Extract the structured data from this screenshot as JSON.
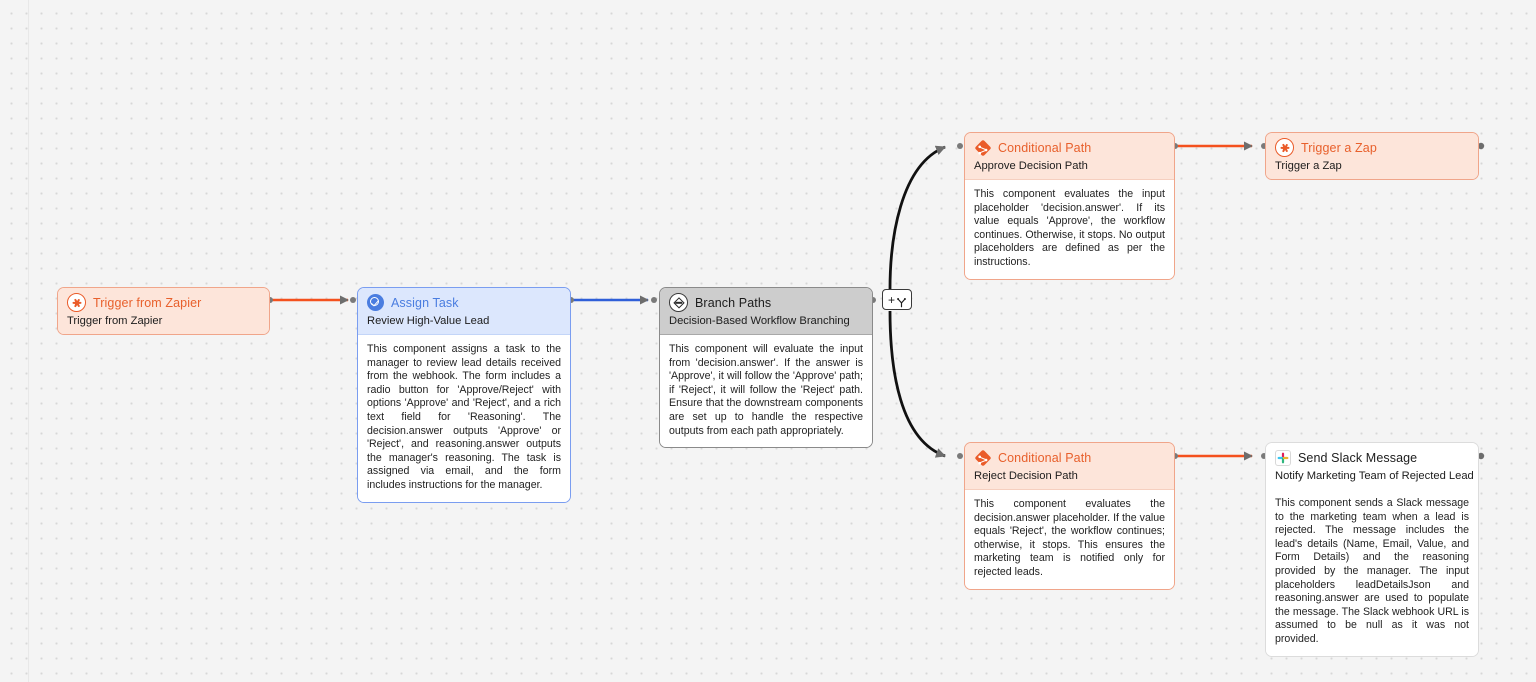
{
  "canvas": {
    "background_color": "#f4f4f4",
    "dot_color": "#d7d7d7"
  },
  "colors": {
    "orange_accent": "#ea5b29",
    "orange_fill": "#fde5da",
    "orange_border": "#f0a58a",
    "blue_accent": "#4a7de0",
    "blue_fill": "#dce7fd",
    "blue_border": "#7a9df0",
    "gray_fill": "#cdcdcd",
    "gray_border": "#8a8a8a",
    "edge_orange": "#f4511e",
    "edge_blue": "#2f5fd8",
    "edge_black": "#111111"
  },
  "toolbar": {
    "add_branch_plus": "+",
    "add_branch_icon": "split-paths-icon"
  },
  "nodes": [
    {
      "id": "trigger-from-zapier",
      "icon": "zapier-icon",
      "title": "Trigger from Zapier",
      "subtitle": "Trigger from Zapier",
      "body": "",
      "style": "orange"
    },
    {
      "id": "assign-task",
      "icon": "check-circle-icon",
      "title": "Assign Task",
      "subtitle": "Review High-Value Lead",
      "body": "This component assigns a task to the manager to review lead details received from the webhook. The form includes a radio button for 'Approve/Reject' with options 'Approve' and 'Reject', and a rich text field for 'Reasoning'. The decision.answer outputs 'Approve' or 'Reject', and reasoning.answer outputs the manager's reasoning. The task is assigned via email, and the form includes instructions for the manager.",
      "style": "blue"
    },
    {
      "id": "branch-paths",
      "icon": "branch-diamond-icon",
      "title": "Branch Paths",
      "subtitle": "Decision-Based Workflow Branching",
      "body": "This component will evaluate the input from 'decision.answer'. If the answer is 'Approve', it will follow the 'Approve' path; if 'Reject', it will follow the 'Reject' path. Ensure that the downstream components are set up to handle the respective outputs from each path appropriately.",
      "style": "gray"
    },
    {
      "id": "approve-decision-path",
      "icon": "conditional-diamond-icon",
      "title": "Conditional Path",
      "subtitle": "Approve Decision Path",
      "body": "This component evaluates the input placeholder 'decision.answer'. If its value equals 'Approve', the workflow continues. Otherwise, it stops. No output placeholders are defined as per the instructions.",
      "style": "orange-conditional"
    },
    {
      "id": "reject-decision-path",
      "icon": "conditional-diamond-icon",
      "title": "Conditional Path",
      "subtitle": "Reject Decision Path",
      "body": "This component evaluates the decision.answer placeholder. If the value equals 'Reject', the workflow continues; otherwise, it stops. This ensures the marketing team is notified only for rejected leads.",
      "style": "orange-conditional"
    },
    {
      "id": "trigger-a-zap",
      "icon": "zapier-icon",
      "title": "Trigger a Zap",
      "subtitle": "Trigger a Zap",
      "body": "",
      "style": "orange"
    },
    {
      "id": "send-slack-message",
      "icon": "slack-icon",
      "title": "Send Slack Message",
      "subtitle": "Notify Marketing Team of Rejected Lead",
      "body": "This component sends a Slack message to the marketing team when a lead is rejected. The message includes the lead's details (Name, Email, Value, and Form Details) and the reasoning provided by the manager. The input placeholders leadDetailsJson and reasoning.answer are used to populate the message. The Slack webhook URL is assumed to be null as it was not provided.",
      "style": "plain"
    }
  ],
  "edges": [
    {
      "from": "trigger-from-zapier",
      "to": "assign-task",
      "color": "#f4511e"
    },
    {
      "from": "assign-task",
      "to": "branch-paths",
      "color": "#2f5fd8"
    },
    {
      "from": "branch-paths",
      "to": "approve-decision-path",
      "color": "#111111"
    },
    {
      "from": "branch-paths",
      "to": "reject-decision-path",
      "color": "#111111"
    },
    {
      "from": "approve-decision-path",
      "to": "trigger-a-zap",
      "color": "#f4511e"
    },
    {
      "from": "reject-decision-path",
      "to": "send-slack-message",
      "color": "#f4511e"
    }
  ]
}
